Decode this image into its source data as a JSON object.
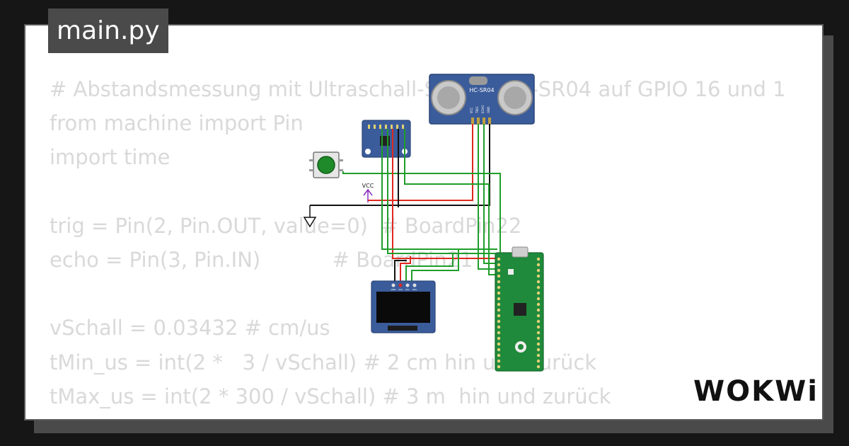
{
  "tab": {
    "filename": "main.py"
  },
  "code_lines": [
    "# Abstandsmessung mit Ultraschall-Sensor HC-SR04 auf GPIO 16 und 1",
    "from machine import Pin",
    "import time",
    "",
    "trig = Pin(2, Pin.OUT, value=0)  # BoardPin22",
    "echo = Pin(3, Pin.IN)           # BoardPin21",
    "",
    "vSchall = 0.03432 # cm/us",
    "tMin_us = int(2 *   3 / vSchall) # 2 cm hin und zurück",
    "tMax_us = int(2 * 300 / vSchall) # 3 m  hin und zurück"
  ],
  "diagram": {
    "ultrasonic_label": "HC-SR04",
    "ultrasonic_pins": [
      "VCC",
      "TRIG",
      "ECHO",
      "GND"
    ],
    "vcc_label": "VCC",
    "oled_pins": [
      "GND",
      "VCC",
      "SCL",
      "SDA"
    ]
  },
  "logo": {
    "text": "WOKWi"
  },
  "colors": {
    "background": "#161616",
    "card": "#ffffff",
    "tab": "#4a4a4a",
    "code_text": "#d9d9d9",
    "wire_red": "#e0281e",
    "wire_green": "#1f9e2a",
    "wire_black": "#111111",
    "pcb_blue": "#3b5c9b",
    "pico_green": "#1f8a3b"
  }
}
